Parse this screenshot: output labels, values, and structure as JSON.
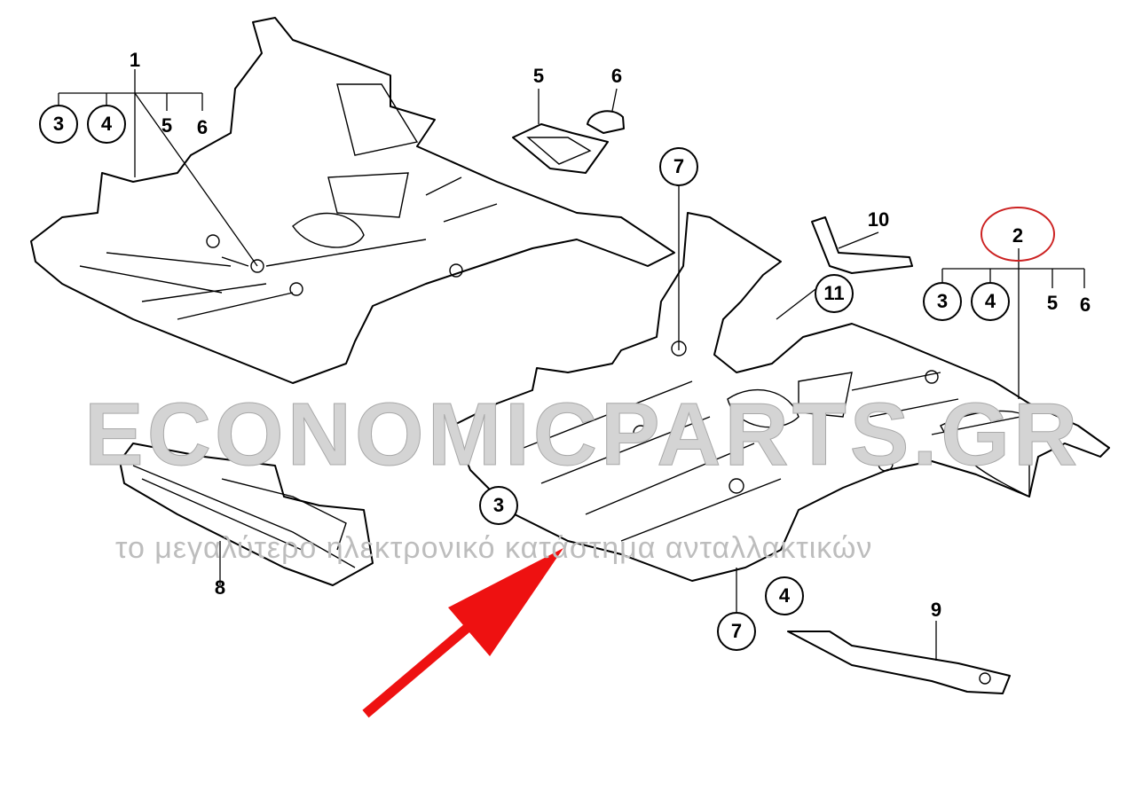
{
  "diagram": {
    "callouts": {
      "top_left_group": {
        "main": "1",
        "sub": [
          "3",
          "4",
          "5",
          "6"
        ]
      },
      "top_middle": [
        "5",
        "6"
      ],
      "center_pin_top": "7",
      "right_group": {
        "main": "2",
        "sub": [
          "3",
          "4",
          "5",
          "6"
        ]
      },
      "bracket": [
        "10",
        "11"
      ],
      "lower_left": "8",
      "lower_center_3": "3",
      "lower_center_4": "4",
      "center_pin_bottom": "7",
      "lower_right": "9"
    },
    "highlight_color": "#cc2222",
    "arrow_color": "#ee1111"
  },
  "watermark": {
    "title": "ECONOMICPARTS.GR",
    "subtitle": "το μεγαλύτερο ηλεκτρονικό κατάστημα ανταλλακτικών"
  }
}
